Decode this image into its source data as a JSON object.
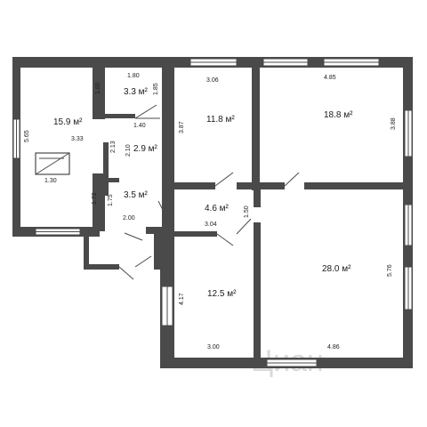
{
  "rooms": {
    "room_a": {
      "area": "15.9 м²",
      "dim_h": "5.65",
      "dim_w": "3.33",
      "dim_small": "1.30"
    },
    "room_b": {
      "area": "3.3 м²",
      "dim_top": "1.80",
      "dim_left": "1.80",
      "dim_right": "1.85"
    },
    "room_c": {
      "area": "2.9 м²",
      "dim_top": "1.40",
      "dim_left": "2.13",
      "dim_right": "2.10"
    },
    "room_d": {
      "area": "3.5 м²",
      "dim_left": "1.72",
      "dim_mid": "1.75",
      "dim_bottom": "2.00"
    },
    "room_e": {
      "area": "11.8 м²",
      "dim_top": "3.06",
      "dim_left": "3.87"
    },
    "room_f": {
      "area": "18.8 м²",
      "dim_top": "4.85",
      "dim_right": "3.88"
    },
    "room_g": {
      "area": "4.6 м²",
      "dim_bottom": "3.04",
      "dim_right": "1.50"
    },
    "room_h": {
      "area": "12.5 м²",
      "dim_left": "4.17",
      "dim_bottom": "3.00"
    },
    "room_i": {
      "area": "28.0 м²",
      "dim_right": "5.76",
      "dim_bottom": "4.86"
    }
  },
  "watermark": "Циан",
  "colors": {
    "wall": "#4a4a4a",
    "window": "#ffffff",
    "background": "#ffffff"
  }
}
